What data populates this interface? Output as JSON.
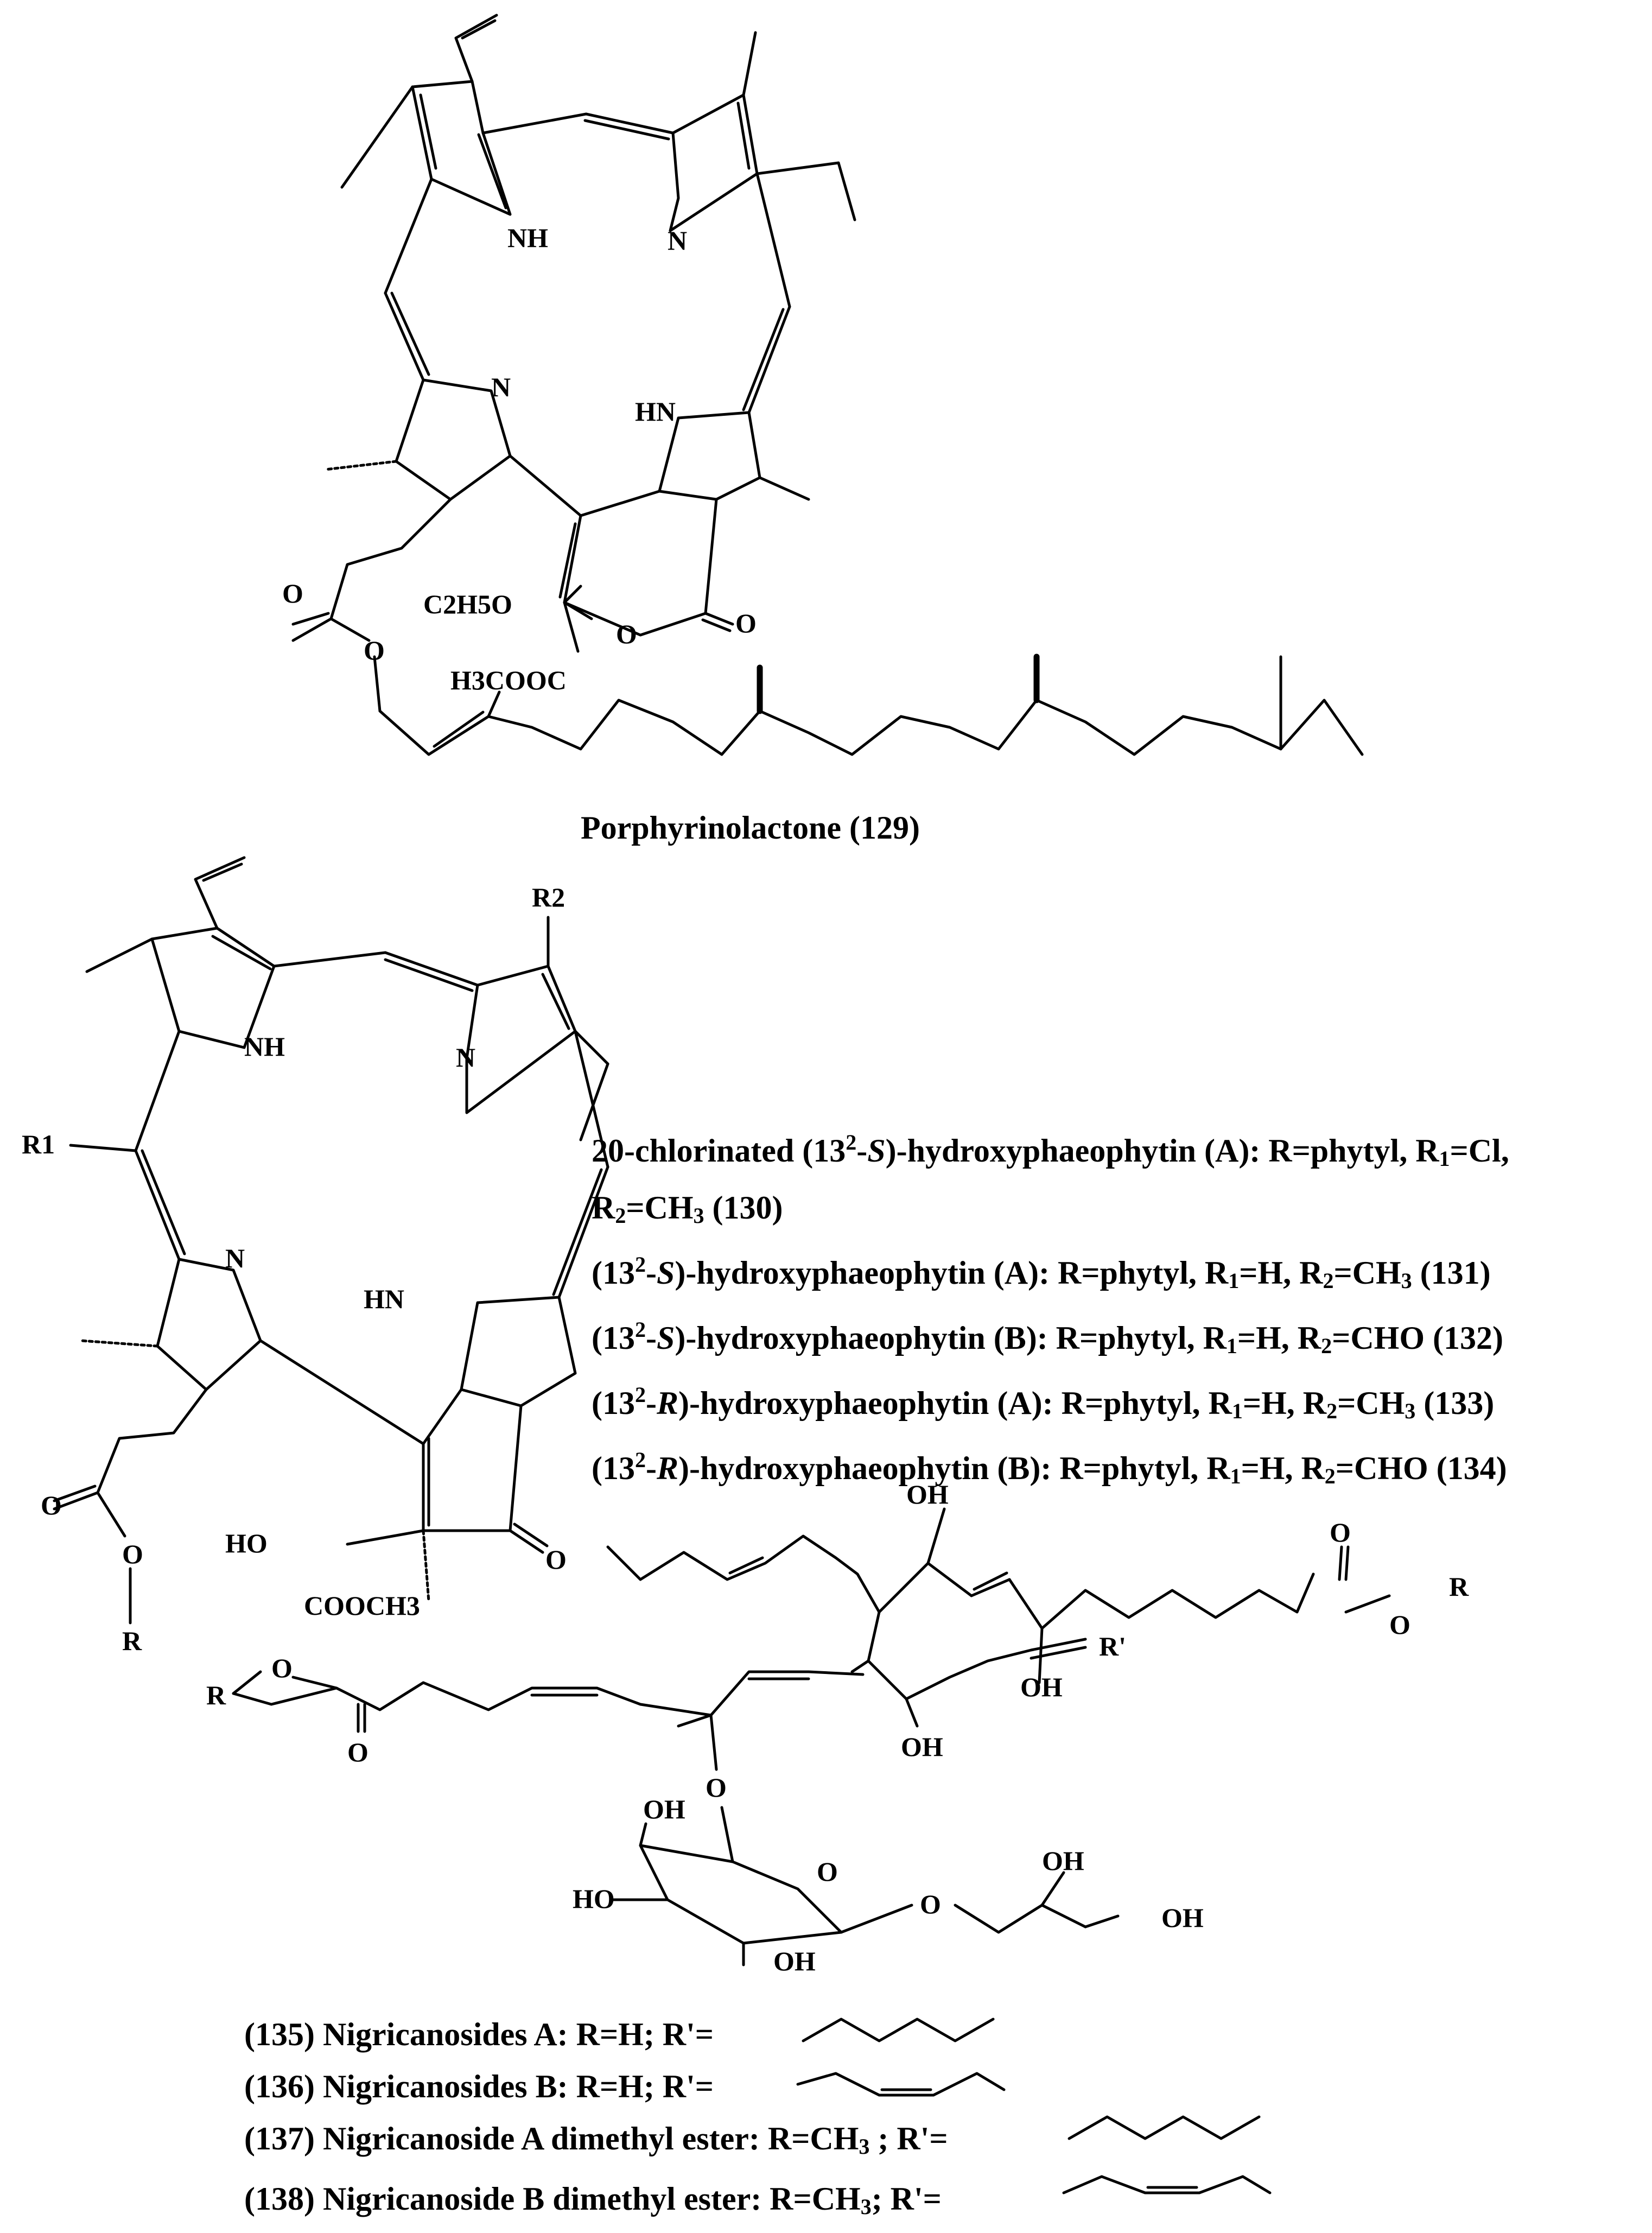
{
  "structure1": {
    "atoms": {
      "nh_a": "NH",
      "n_b": "N",
      "n_c": "N",
      "hn_d": "HN",
      "o_carbonyl_left": "O",
      "o_ester_left": "O",
      "ethoxy": "C2H5O",
      "o_lactone": "O",
      "o_lactone_carbonyl": "O",
      "methoxycarbonyl": "H3COOC"
    },
    "name": "Porphyrinolactone",
    "number": "(129)"
  },
  "structure2": {
    "atoms": {
      "r1": "R1",
      "r2": "R2",
      "nh_a": "NH",
      "n_b": "N",
      "n_c": "N",
      "hn_d": "HN",
      "ho": "HO",
      "o_ring_carbonyl": "O",
      "o_carbonyl_left": "O",
      "o_ester": "O",
      "r": "R",
      "coome": "COOCH3"
    },
    "compounds": [
      {
        "name": "20-chlorinated (13",
        "sup": "2",
        "mid": "-",
        "stereo": "S",
        "rest": ")-hydroxyphaeophytin (A): R=phytyl, R",
        "r1_sub": "1",
        "r1_val": "=Cl,",
        "line2_a": "R",
        "r2_sub": "2",
        "line2_b": "=CH",
        "ch3_sub": "3",
        "number": "(130)"
      },
      {
        "pre": "(13",
        "sup": "2",
        "mid": "-",
        "stereo": "S",
        "rest": ")-hydroxyphaeophytin (A): R=phytyl, R",
        "r1_sub": "1",
        "r1_val": "=H, R",
        "r2_sub": "2",
        "tail": "=CH",
        "tail_sub": "3",
        "number": "(131)"
      },
      {
        "pre": "(13",
        "sup": "2",
        "mid": "-",
        "stereo": "S",
        "rest": ")-hydroxyphaeophytin (B): R=phytyl, R",
        "r1_sub": "1",
        "r1_val": "=H, R",
        "r2_sub": "2",
        "tail": "=CHO",
        "tail_sub": "",
        "number": "(132)"
      },
      {
        "pre": "(13",
        "sup": "2",
        "mid": "-",
        "stereo": "R",
        "rest": ")-hydroxyphaeophytin (A): R=phytyl, R",
        "r1_sub": "1",
        "r1_val": "=H, R",
        "r2_sub": "2",
        "tail": "=CH",
        "tail_sub": "3",
        "number": "(133)"
      },
      {
        "pre": "(13",
        "sup": "2",
        "mid": "-",
        "stereo": "R",
        "rest": ")-hydroxyphaeophytin (B): R=phytyl, R",
        "r1_sub": "1",
        "r1_val": "=H, R",
        "r2_sub": "2",
        "tail": "=CHO",
        "tail_sub": "",
        "number": "(134)"
      }
    ]
  },
  "structure3": {
    "atoms": {
      "oh_top": "OH",
      "o_carbonyl_right": "O",
      "o_ester_right": "O",
      "r_right": "R",
      "oh_mid": "OH",
      "r_prime": "R'",
      "oh_lower": "OH",
      "r_left": "R",
      "o_ester_left": "O",
      "o_carbonyl_left": "O",
      "o_glyco": "O",
      "oh_sugar_top": "OH",
      "o_ring": "O",
      "ho_sugar": "HO",
      "oh_sugar_bottom": "OH",
      "o_link": "O",
      "oh_glycerol_2": "OH",
      "oh_glycerol_1": "OH"
    },
    "labels": [
      {
        "num": "(135)",
        "text": "Nigricanosides A: R=H; R'=",
        "sub": "",
        "tail": ""
      },
      {
        "num": "(136)",
        "text": "Nigricanosides B: R=H; R'=",
        "sub": "",
        "tail": ""
      },
      {
        "num": "(137)",
        "text": "Nigricanoside A dimethyl ester: R=CH",
        "sub": "3",
        "tail": " ; R'="
      },
      {
        "num": "(138)",
        "text": "Nigricanoside B dimethyl ester: R=CH",
        "sub": "3",
        "tail": "; R'="
      }
    ]
  }
}
